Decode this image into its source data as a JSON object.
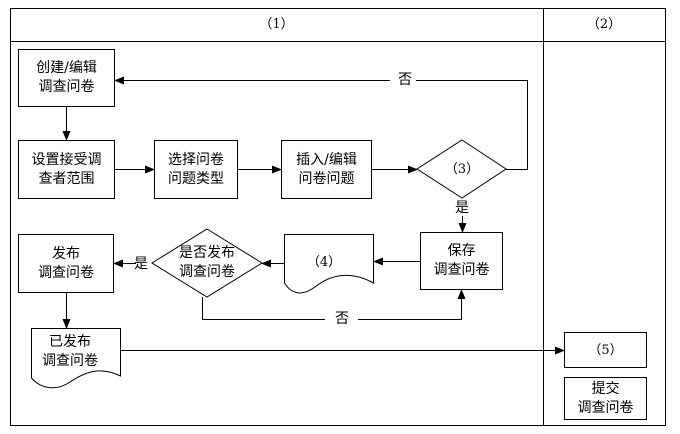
{
  "diagram": {
    "lanes": [
      {
        "id": "lane1",
        "label": "（1）"
      },
      {
        "id": "lane2",
        "label": "（2）"
      }
    ],
    "nodes": {
      "create_edit": {
        "type": "process",
        "lines": [
          "创建/编辑",
          "调查问卷"
        ]
      },
      "set_scope": {
        "type": "process",
        "lines": [
          "设置接受调",
          "查者范围"
        ]
      },
      "select_type": {
        "type": "process",
        "lines": [
          "选择问卷",
          "问题类型"
        ]
      },
      "insert_edit": {
        "type": "process",
        "lines": [
          "插入/编辑",
          "问卷问题"
        ]
      },
      "decision3": {
        "type": "decision",
        "lines": [
          "（3）"
        ]
      },
      "save": {
        "type": "process",
        "lines": [
          "保存",
          "调查问卷"
        ]
      },
      "doc4": {
        "type": "document",
        "lines": [
          "（4）"
        ]
      },
      "publish_decision": {
        "type": "decision",
        "lines": [
          "是否发布",
          "调查问卷"
        ]
      },
      "publish": {
        "type": "process",
        "lines": [
          "发布",
          "调查问卷"
        ]
      },
      "published_doc": {
        "type": "document",
        "lines": [
          "已发布",
          "调查问卷"
        ]
      },
      "box5": {
        "type": "process",
        "lines": [
          "（5）"
        ]
      },
      "submit": {
        "type": "process",
        "lines": [
          "提交",
          "调查问卷"
        ]
      }
    },
    "edge_labels": {
      "no_loop": "否",
      "yes_down": "是",
      "yes_left": "是",
      "no_bottom": "否"
    },
    "edges": [
      {
        "from": "create_edit",
        "to": "set_scope"
      },
      {
        "from": "set_scope",
        "to": "select_type"
      },
      {
        "from": "select_type",
        "to": "insert_edit"
      },
      {
        "from": "insert_edit",
        "to": "decision3"
      },
      {
        "from": "decision3",
        "to": "create_edit",
        "label": "否"
      },
      {
        "from": "decision3",
        "to": "save",
        "label": "是"
      },
      {
        "from": "save",
        "to": "doc4"
      },
      {
        "from": "doc4",
        "to": "publish_decision"
      },
      {
        "from": "publish_decision",
        "to": "publish",
        "label": "是"
      },
      {
        "from": "publish_decision",
        "to": "save",
        "label": "否"
      },
      {
        "from": "publish",
        "to": "published_doc"
      },
      {
        "from": "published_doc",
        "to": "box5"
      }
    ]
  }
}
